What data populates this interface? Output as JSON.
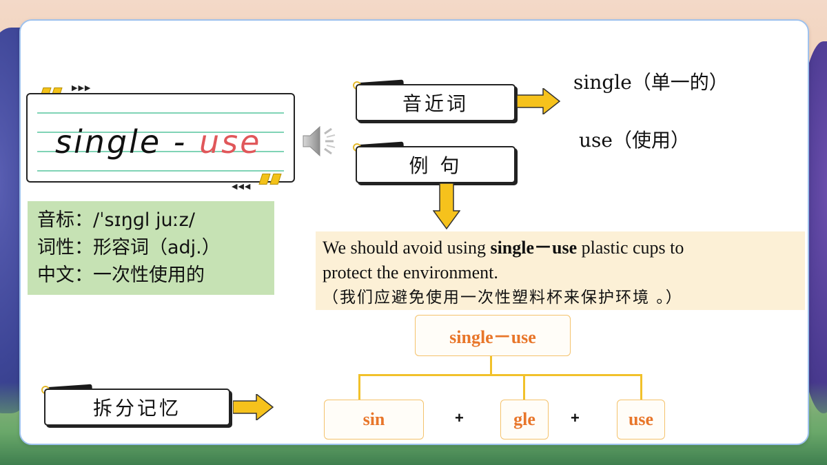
{
  "word": {
    "part1": "single",
    "dash": " - ",
    "part2": "use"
  },
  "info": {
    "phonetic": "音标：/ˈsɪŋɡl juːz/",
    "pos": "词性：形容词（adj.）",
    "meaning": "中文：一次性使用的"
  },
  "tags": {
    "near_words": "音近词",
    "example": "例 句",
    "split_memory": "拆分记忆"
  },
  "near_words": {
    "w1": "single（单一的）",
    "w2": "use（使用）"
  },
  "example": {
    "en_pre": "We should avoid using ",
    "en_bold": "single－use",
    "en_post": " plastic cups to",
    "en_line2": "protect the environment.",
    "cn": "（我们应避免使用一次性塑料杯来保护环境 。）"
  },
  "split": {
    "root": "single－use",
    "p1": "sin",
    "p2": "gle",
    "p3": "use",
    "plus1": "+",
    "plus2": "+"
  },
  "colors": {
    "accent_yellow": "#f1c12a",
    "split_text": "#e8762a",
    "info_bg": "#c6e2b4",
    "example_bg": "#fcf0d6",
    "word_highlight": "#e0575a"
  }
}
